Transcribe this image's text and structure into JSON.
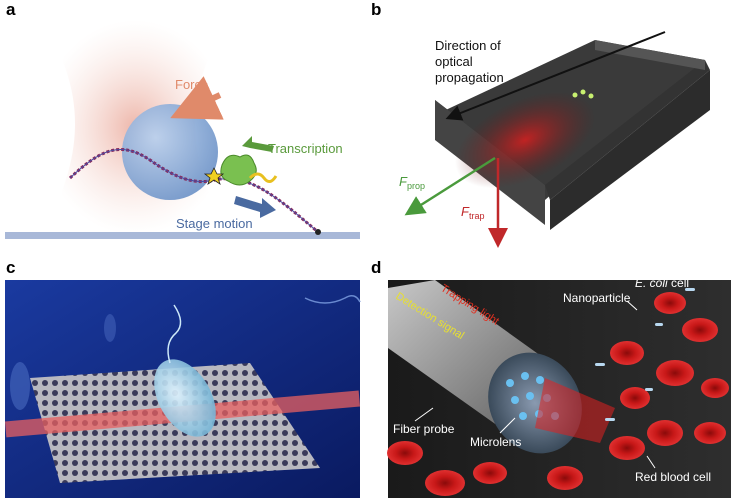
{
  "panels": [
    {
      "id": "a",
      "label": "a",
      "annotations": {
        "force": "Force",
        "transcription": "Transcription",
        "stage_motion": "Stage motion"
      }
    },
    {
      "id": "b",
      "label": "b",
      "annotations": {
        "direction_line1": "Direction of",
        "direction_line2": "optical",
        "direction_line3": "propagation",
        "fprop_main": "F",
        "fprop_sub": "prop",
        "ftrap_main": "F",
        "ftrap_sub": "trap"
      }
    },
    {
      "id": "c",
      "label": "c",
      "annotations": {}
    },
    {
      "id": "d",
      "label": "d",
      "annotations": {
        "ecoli_italic": "E. coli",
        "ecoli_rest": " cell",
        "nanoparticle": "Nanoparticle",
        "trapping_light": "Trapping light",
        "detection_signal": "Detection signal",
        "fiber_probe": "Fiber probe",
        "microlens": "Microlens",
        "red_blood_cell": "Red blood cell"
      }
    }
  ],
  "colors": {
    "force": "#e08a6a",
    "transcription": "#5a9a3c",
    "stage": "#4a6aa0",
    "fprop": "#4a9a3c",
    "ftrap": "#c0282a",
    "trap_text": "#e03020",
    "detect_text": "#e8e030"
  }
}
